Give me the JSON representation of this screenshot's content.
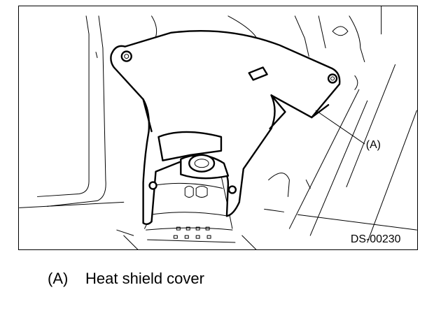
{
  "figure": {
    "code": "DS-00230",
    "callout_label": "(A)"
  },
  "caption": {
    "callout": "(A)",
    "text": "Heat shield cover"
  },
  "colors": {
    "line": "#000000",
    "background": "#ffffff"
  }
}
